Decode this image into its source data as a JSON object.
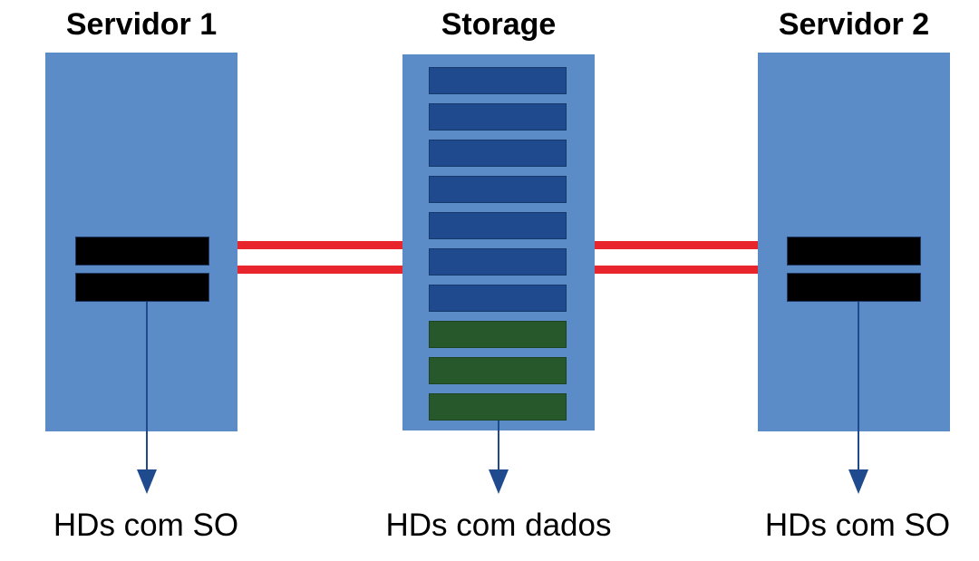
{
  "diagram": {
    "title_server1": "Servidor 1",
    "title_storage": "Storage",
    "title_server2": "Servidor 2",
    "caption_left": "HDs com SO",
    "caption_center": "HDs com dados",
    "caption_right": "HDs com SO",
    "colors": {
      "chassis": "#5b8cc8",
      "os_drive": "#000000",
      "data_drive_blue": "#1f4b8e",
      "data_drive_green": "#27582c",
      "cable": "#e8252c",
      "callout": "#1f4b8e",
      "background": "#ffffff",
      "text": "#000000"
    },
    "nodes": [
      {
        "id": "server1",
        "title": "Servidor 1",
        "drive_count": 2,
        "drive_kind": "os",
        "caption": "HDs com SO"
      },
      {
        "id": "storage",
        "title": "Storage",
        "drive_count": 10,
        "drive_kind": "data",
        "blue_drive_count": 7,
        "green_drive_count": 3,
        "caption": "HDs com dados"
      },
      {
        "id": "server2",
        "title": "Servidor 2",
        "drive_count": 2,
        "drive_kind": "os",
        "caption": "HDs com SO"
      }
    ],
    "links": [
      {
        "id": "link-s1-storage-upper",
        "from": "server1",
        "to": "storage"
      },
      {
        "id": "link-s1-storage-lower",
        "from": "server1",
        "to": "storage"
      },
      {
        "id": "link-storage-s2-upper",
        "from": "storage",
        "to": "server2"
      },
      {
        "id": "link-storage-s2-lower",
        "from": "storage",
        "to": "server2"
      }
    ]
  }
}
